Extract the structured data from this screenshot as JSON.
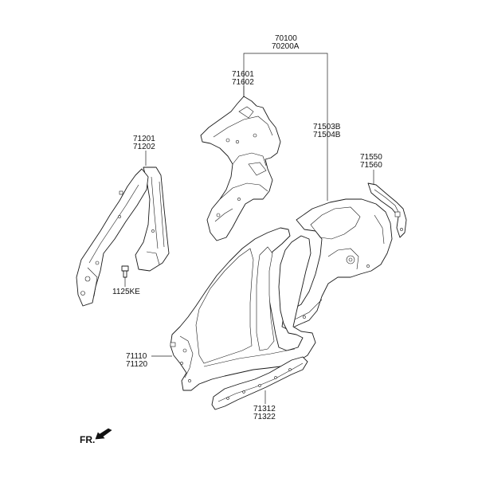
{
  "labels": {
    "assembly": [
      "70100",
      "70200A"
    ],
    "quarter_inner": [
      "71601",
      "71602"
    ],
    "quarter_outer": [
      "71503B",
      "71504B"
    ],
    "extension": [
      "71550",
      "71560"
    ],
    "pillar_inner": [
      "71201",
      "71202"
    ],
    "bolt": "1125KE",
    "side_outer": [
      "71110",
      "71120"
    ],
    "sill": [
      "71312",
      "71322"
    ],
    "front_indicator": "FR."
  },
  "colors": {
    "line": "#1a1a1a",
    "fill": "#ffffff",
    "text": "#111111"
  },
  "icons": {
    "front_arrow": "arrow-down-left-icon"
  }
}
